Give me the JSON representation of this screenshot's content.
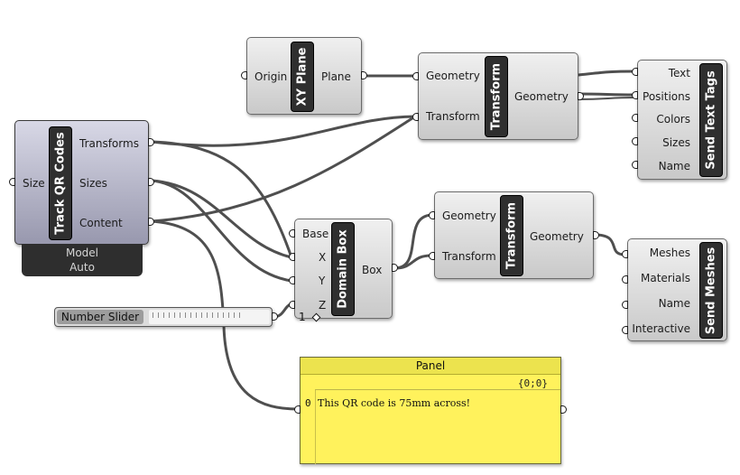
{
  "track_qr": {
    "title": "Track QR Codes",
    "input": "Size",
    "outputs": [
      "Transforms",
      "Sizes",
      "Content"
    ],
    "mode_line1": "Model",
    "mode_line2": "Auto"
  },
  "xy_plane": {
    "title": "XY Plane",
    "input": "Origin",
    "output": "Plane"
  },
  "transform_top": {
    "title": "Transform",
    "inputs": [
      "Geometry",
      "Transform"
    ],
    "output": "Geometry"
  },
  "send_text_tags": {
    "title": "Send Text Tags",
    "inputs": [
      "Text",
      "Positions",
      "Colors",
      "Sizes",
      "Name"
    ]
  },
  "domain_box": {
    "title": "Domain Box",
    "inputs": [
      "Base",
      "X",
      "Y",
      "Z"
    ],
    "output": "Box"
  },
  "transform_bottom": {
    "title": "Transform",
    "inputs": [
      "Geometry",
      "Transform"
    ],
    "output": "Geometry"
  },
  "send_meshes": {
    "title": "Send Meshes",
    "inputs": [
      "Meshes",
      "Materials",
      "Name",
      "Interactive"
    ]
  },
  "slider": {
    "name": "Number Slider",
    "value": "1"
  },
  "panel": {
    "title": "Panel",
    "path": "{0;0}",
    "index": "0",
    "text": "This QR code is 75mm across!"
  },
  "colors": {
    "node_fill": "#d6d6d6",
    "title_bar": "#2f2f2f",
    "panel_fill": "#fff25c",
    "wire": "#555555"
  }
}
